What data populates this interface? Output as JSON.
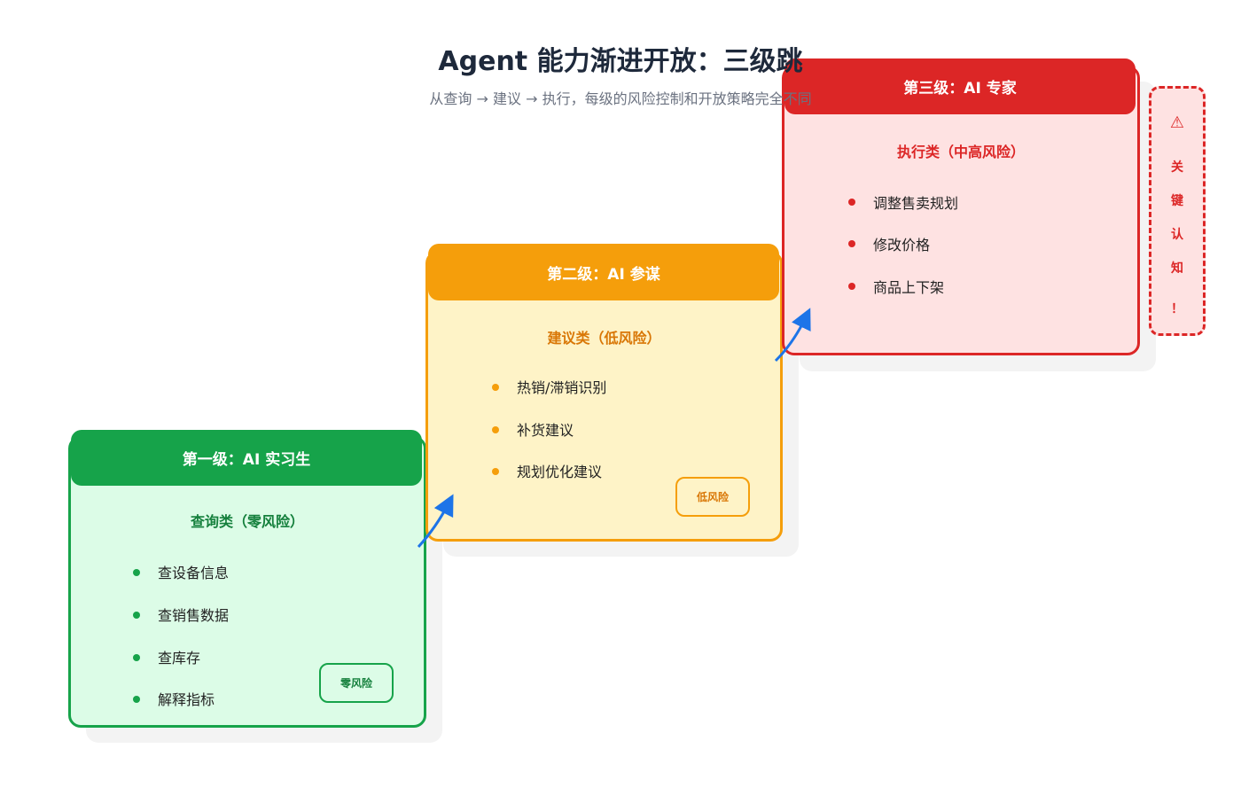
{
  "title": "Agent 能力渐进开放：三级跳",
  "subtitle": "从查询 → 建议 → 执行，每级的风险控制和开放策略完全不同",
  "levels": [
    {
      "header": "第一级：AI 实习生",
      "category": "查询类（零风险）",
      "items": [
        "查设备信息",
        "查销售数据",
        "查库存",
        "解释指标"
      ],
      "badge": "零风险",
      "color": "#16a34a",
      "bg": "#dcfce7"
    },
    {
      "header": "第二级：AI 参谋",
      "category": "建议类（低风险）",
      "items": [
        "热销/滞销识别",
        "补货建议",
        "规划优化建议"
      ],
      "badge": "低风险",
      "color": "#f59e0b",
      "bg": "#fef3c7"
    },
    {
      "header": "第三级：AI 专家",
      "category": "执行类（中高风险）",
      "items": [
        "调整售卖规划",
        "修改价格",
        "商品上下架"
      ],
      "color": "#dc2626",
      "bg": "#fee2e2"
    }
  ],
  "side_note": {
    "icon": "⚠",
    "chars": [
      "关",
      "键",
      "认",
      "知",
      "！"
    ]
  }
}
